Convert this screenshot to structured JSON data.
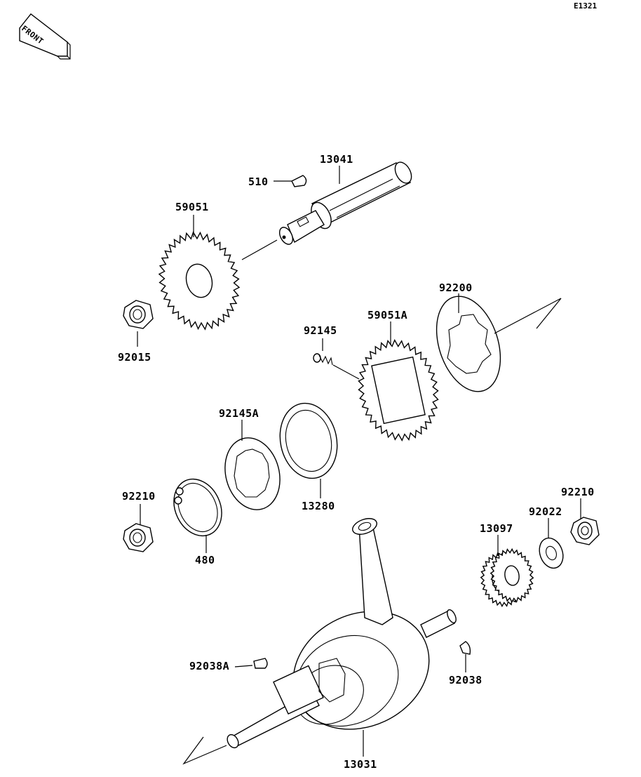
{
  "diagram_code": "E1321",
  "front_label": "FRONT",
  "parts": {
    "p13041": "13041",
    "p510": "510",
    "p59051": "59051",
    "p92015": "92015",
    "p92200": "92200",
    "p59051A": "59051A",
    "p92145": "92145",
    "p92145A": "92145A",
    "p13280": "13280",
    "p92210_left": "92210",
    "p480": "480",
    "p92210_right": "92210",
    "p92022": "92022",
    "p13097": "13097",
    "p92038A": "92038A",
    "p92038": "92038",
    "p13031": "13031"
  }
}
